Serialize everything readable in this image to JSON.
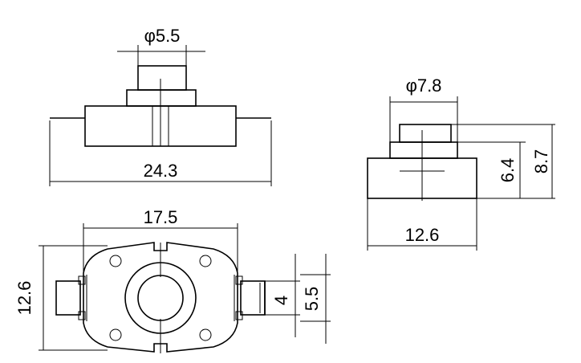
{
  "dimensions": {
    "top_view": {
      "shaft_diameter": "φ5.5",
      "body_length": "24.3"
    },
    "side_view": {
      "cap_diameter": "φ7.8",
      "body_width": "12.6",
      "base_height": "6.4",
      "total_height": "8.7"
    },
    "plan_view": {
      "mount_span": "17.5",
      "body_height": "12.6",
      "terminal_inner": "4",
      "terminal_outer": "5.5"
    }
  }
}
